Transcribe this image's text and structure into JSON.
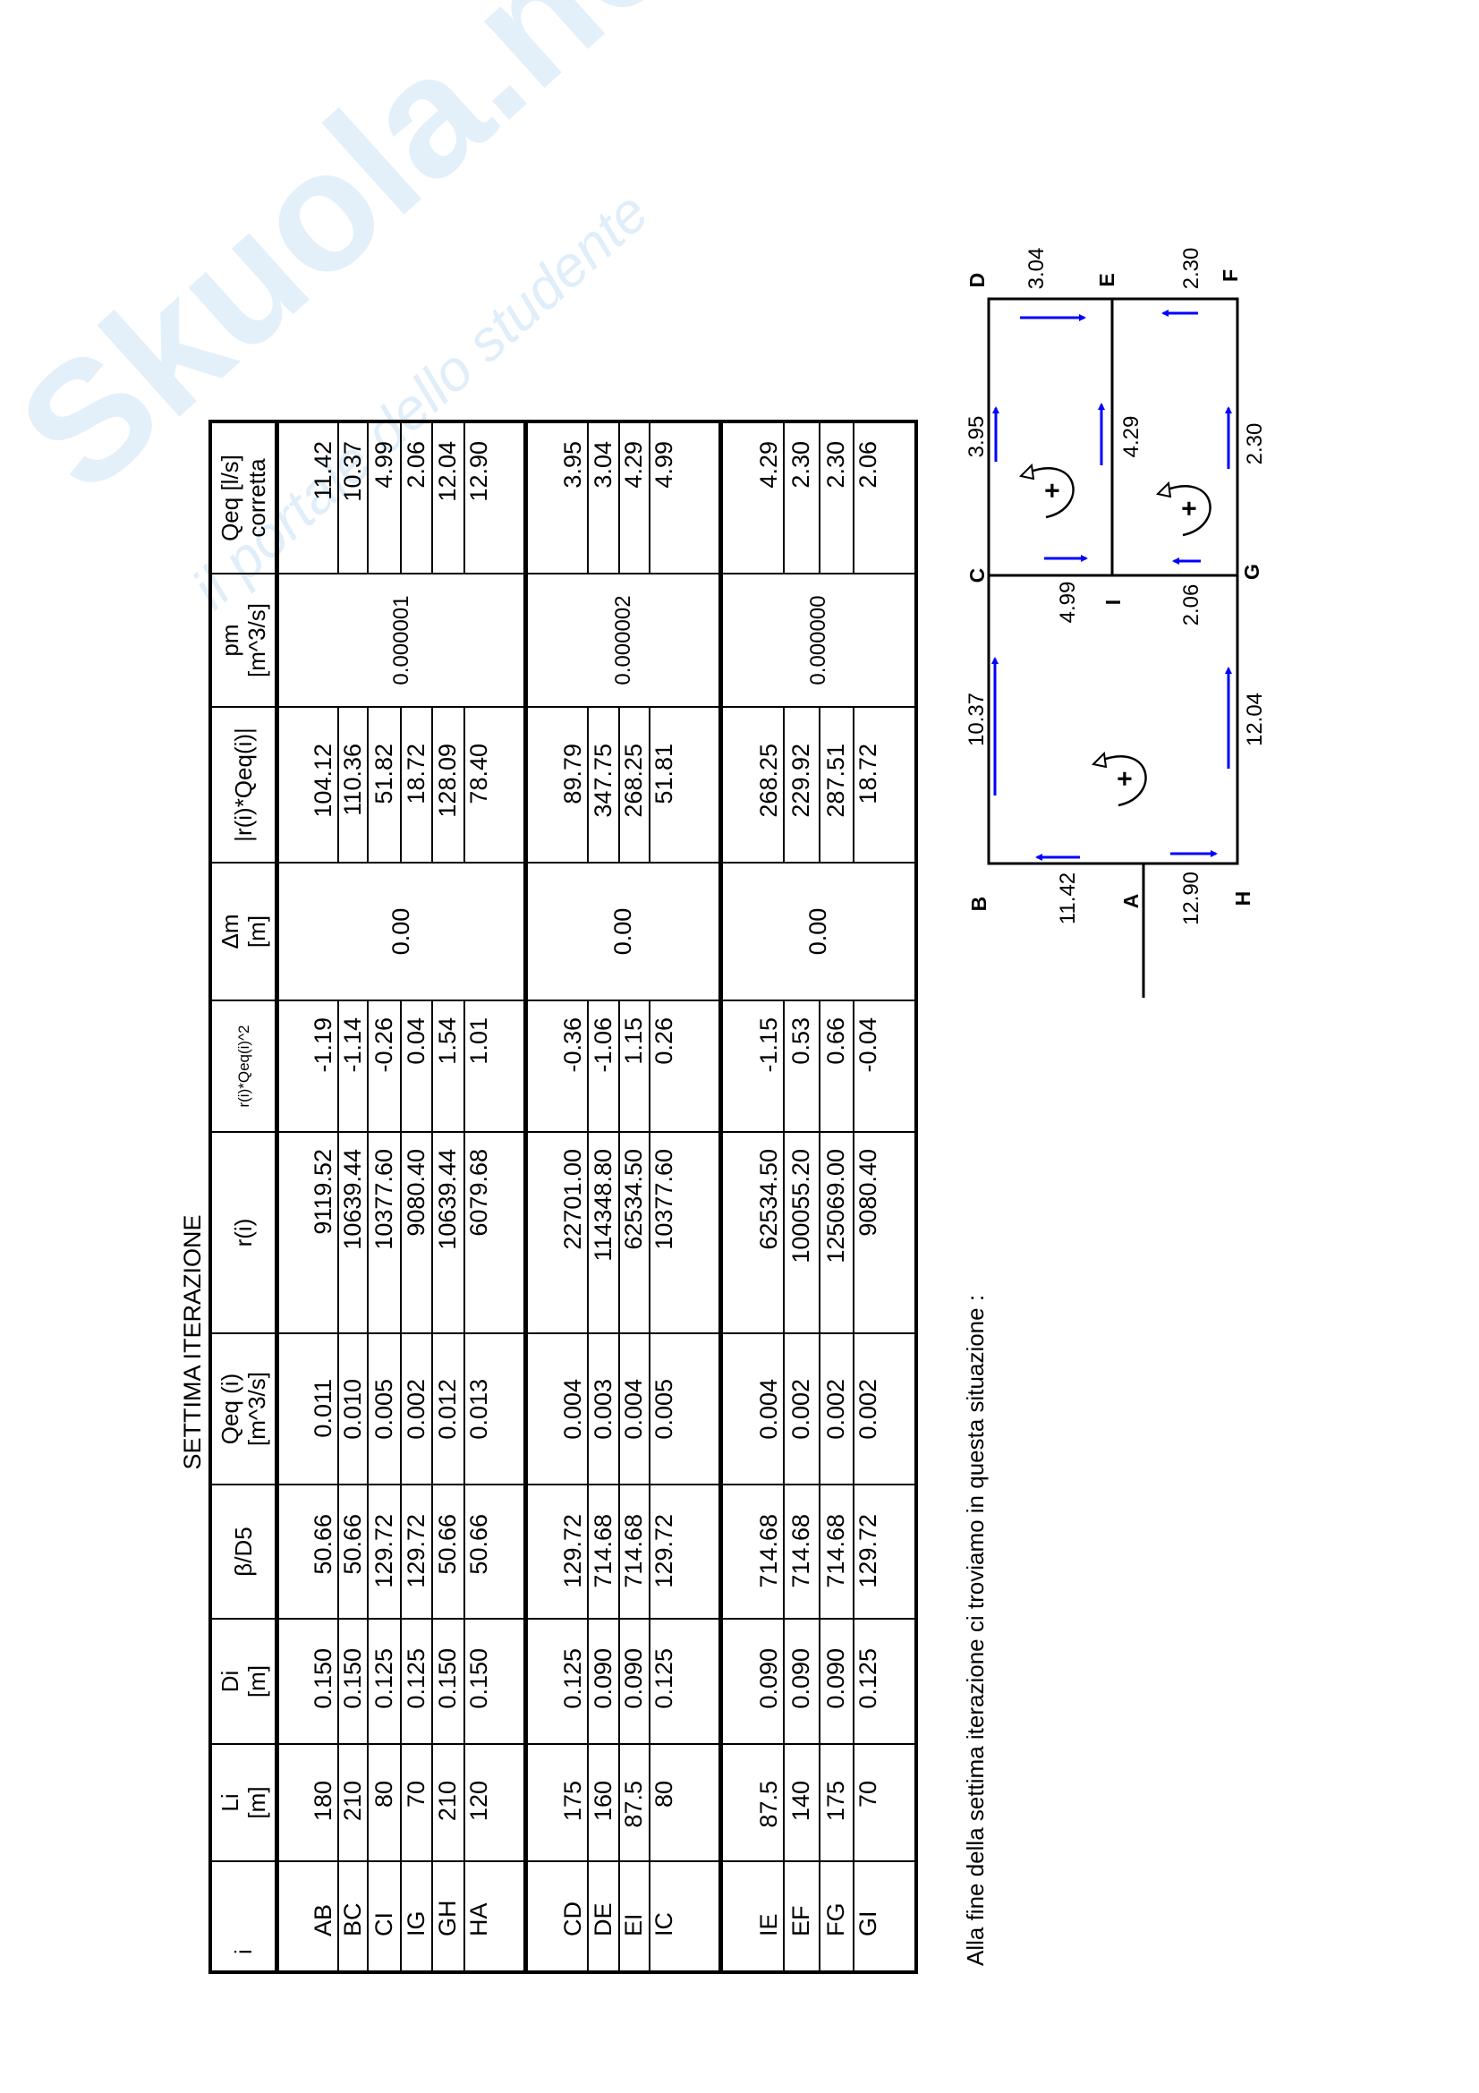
{
  "watermark": {
    "brand": "Skuola.net",
    "tagline": "il portale dello studente"
  },
  "title": "SETTIMA ITERAZIONE",
  "table": {
    "headers": [
      [
        "i",
        ""
      ],
      [
        "Li",
        "[m]"
      ],
      [
        "Di",
        "[m]"
      ],
      [
        "β/D5",
        ""
      ],
      [
        "Qeq (i)",
        "[m^3/s]"
      ],
      [
        "r(i)",
        ""
      ],
      [
        "r(i)*Qeq(i)^2",
        ""
      ],
      [
        "Δm",
        "[m]"
      ],
      [
        "|r(i)*Qeq(i)|",
        ""
      ],
      [
        "pm",
        "[m^3/s]"
      ],
      [
        "Qeq [l/s]",
        "corretta"
      ]
    ],
    "groups": [
      {
        "delta_m": "0.00",
        "pm": "0.000001",
        "rows": [
          {
            "i": "AB",
            "Li": "180",
            "Di": "0.150",
            "bD5": "50.66",
            "Qeq": "0.011",
            "r": "9119.52",
            "rQ2": "-1.19",
            "rQ": "104.12",
            "Qcorr": "11.42"
          },
          {
            "i": "BC",
            "Li": "210",
            "Di": "0.150",
            "bD5": "50.66",
            "Qeq": "0.010",
            "r": "10639.44",
            "rQ2": "-1.14",
            "rQ": "110.36",
            "Qcorr": "10.37"
          },
          {
            "i": "CI",
            "Li": "80",
            "Di": "0.125",
            "bD5": "129.72",
            "Qeq": "0.005",
            "r": "10377.60",
            "rQ2": "-0.26",
            "rQ": "51.82",
            "Qcorr": "4.99"
          },
          {
            "i": "IG",
            "Li": "70",
            "Di": "0.125",
            "bD5": "129.72",
            "Qeq": "0.002",
            "r": "9080.40",
            "rQ2": "0.04",
            "rQ": "18.72",
            "Qcorr": "2.06"
          },
          {
            "i": "GH",
            "Li": "210",
            "Di": "0.150",
            "bD5": "50.66",
            "Qeq": "0.012",
            "r": "10639.44",
            "rQ2": "1.54",
            "rQ": "128.09",
            "Qcorr": "12.04"
          },
          {
            "i": "HA",
            "Li": "120",
            "Di": "0.150",
            "bD5": "50.66",
            "Qeq": "0.013",
            "r": "6079.68",
            "rQ2": "1.01",
            "rQ": "78.40",
            "Qcorr": "12.90"
          }
        ]
      },
      {
        "delta_m": "0.00",
        "pm": "0.000002",
        "rows": [
          {
            "i": "CD",
            "Li": "175",
            "Di": "0.125",
            "bD5": "129.72",
            "Qeq": "0.004",
            "r": "22701.00",
            "rQ2": "-0.36",
            "rQ": "89.79",
            "Qcorr": "3.95"
          },
          {
            "i": "DE",
            "Li": "160",
            "Di": "0.090",
            "bD5": "714.68",
            "Qeq": "0.003",
            "r": "114348.80",
            "rQ2": "-1.06",
            "rQ": "347.75",
            "Qcorr": "3.04"
          },
          {
            "i": "EI",
            "Li": "87.5",
            "Di": "0.090",
            "bD5": "714.68",
            "Qeq": "0.004",
            "r": "62534.50",
            "rQ2": "1.15",
            "rQ": "268.25",
            "Qcorr": "4.29"
          },
          {
            "i": "IC",
            "Li": "80",
            "Di": "0.125",
            "bD5": "129.72",
            "Qeq": "0.005",
            "r": "10377.60",
            "rQ2": "0.26",
            "rQ": "51.81",
            "Qcorr": "4.99"
          }
        ]
      },
      {
        "delta_m": "0.00",
        "pm": "0.000000",
        "rows": [
          {
            "i": "IE",
            "Li": "87.5",
            "Di": "0.090",
            "bD5": "714.68",
            "Qeq": "0.004",
            "r": "62534.50",
            "rQ2": "-1.15",
            "rQ": "268.25",
            "Qcorr": "4.29"
          },
          {
            "i": "EF",
            "Li": "140",
            "Di": "0.090",
            "bD5": "714.68",
            "Qeq": "0.002",
            "r": "100055.20",
            "rQ2": "0.53",
            "rQ": "229.92",
            "Qcorr": "2.30"
          },
          {
            "i": "FG",
            "Li": "175",
            "Di": "0.090",
            "bD5": "714.68",
            "Qeq": "0.002",
            "r": "125069.00",
            "rQ2": "0.66",
            "rQ": "287.51",
            "Qcorr": "2.30"
          },
          {
            "i": "GI",
            "Li": "70",
            "Di": "0.125",
            "bD5": "129.72",
            "Qeq": "0.002",
            "r": "9080.40",
            "rQ2": "-0.04",
            "rQ": "18.72",
            "Qcorr": "2.06"
          }
        ]
      }
    ]
  },
  "sentence": "Alla fine della settima iterazione ci troviamo in questa situazione :",
  "diagram": {
    "arrow_color": "#0000ff",
    "nodes": {
      "A": "A",
      "B": "B",
      "C": "C",
      "D": "D",
      "E": "E",
      "F": "F",
      "G": "G",
      "H": "H",
      "I": "I"
    },
    "flows": {
      "DE": "3.04",
      "EF": "2.30",
      "CD": "3.95",
      "IE": "4.29",
      "FG": "2.30",
      "CI": "4.99",
      "IG": "2.06",
      "BC": "10.37",
      "GH": "12.04",
      "AB": "11.42",
      "HA": "12.90"
    },
    "loop_sign": "+"
  }
}
